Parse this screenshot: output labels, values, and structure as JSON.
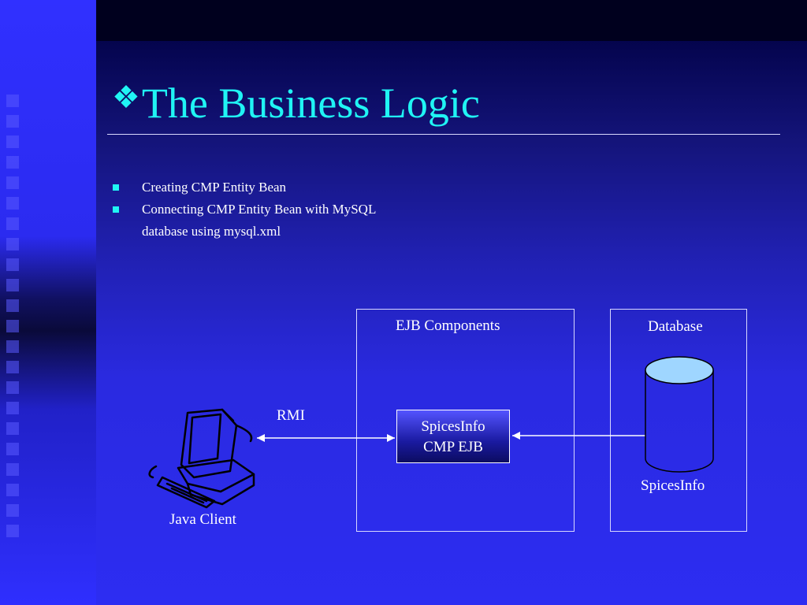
{
  "slide": {
    "title": "The Business Logic",
    "title_icon": "diamond-bullet-icon",
    "bullets": [
      "Creating CMP Entity Bean",
      "Connecting CMP Entity Bean with MySQL database using mysql.xml"
    ]
  },
  "diagram": {
    "ejb_box_label": "EJB  Components",
    "ejb_inner_line1": "SpicesInfo",
    "ejb_inner_line2": "CMP EJB",
    "database_box_label": "Database",
    "database_name": "SpicesInfo",
    "rmi_label": "RMI",
    "client_label": "Java Client",
    "client_icon": "computer-icon",
    "database_icon": "cylinder-icon"
  },
  "colors": {
    "title": "#20f4f4",
    "bullet": "#20f4f4",
    "background": "#2d2df2",
    "cylinder_top": "#9fd6ff"
  }
}
